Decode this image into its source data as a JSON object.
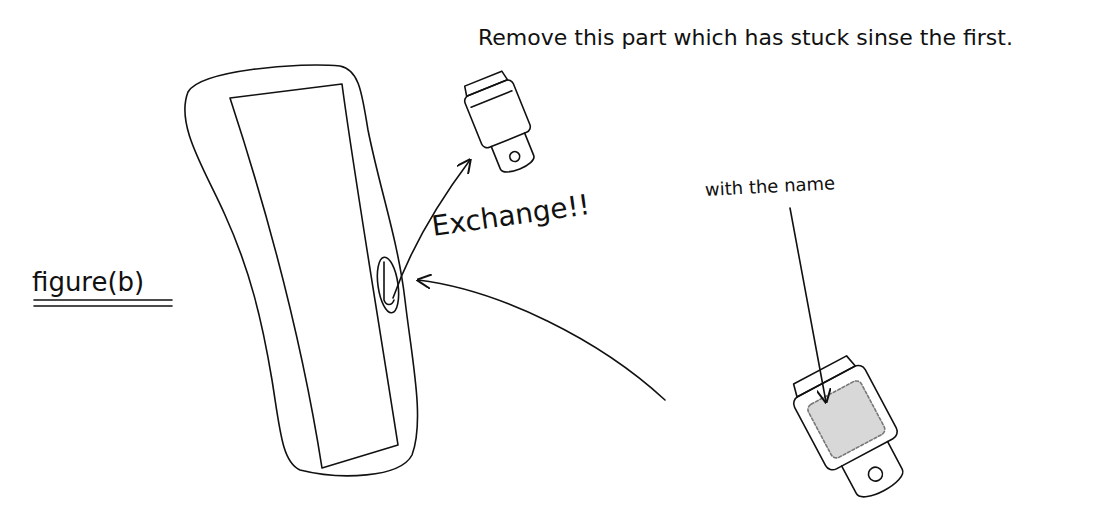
{
  "diagram": {
    "labels": [
      "Remove this part which has stuck sinse the first.",
      "Exchange!!",
      "with the name",
      "figure(b)"
    ]
  }
}
